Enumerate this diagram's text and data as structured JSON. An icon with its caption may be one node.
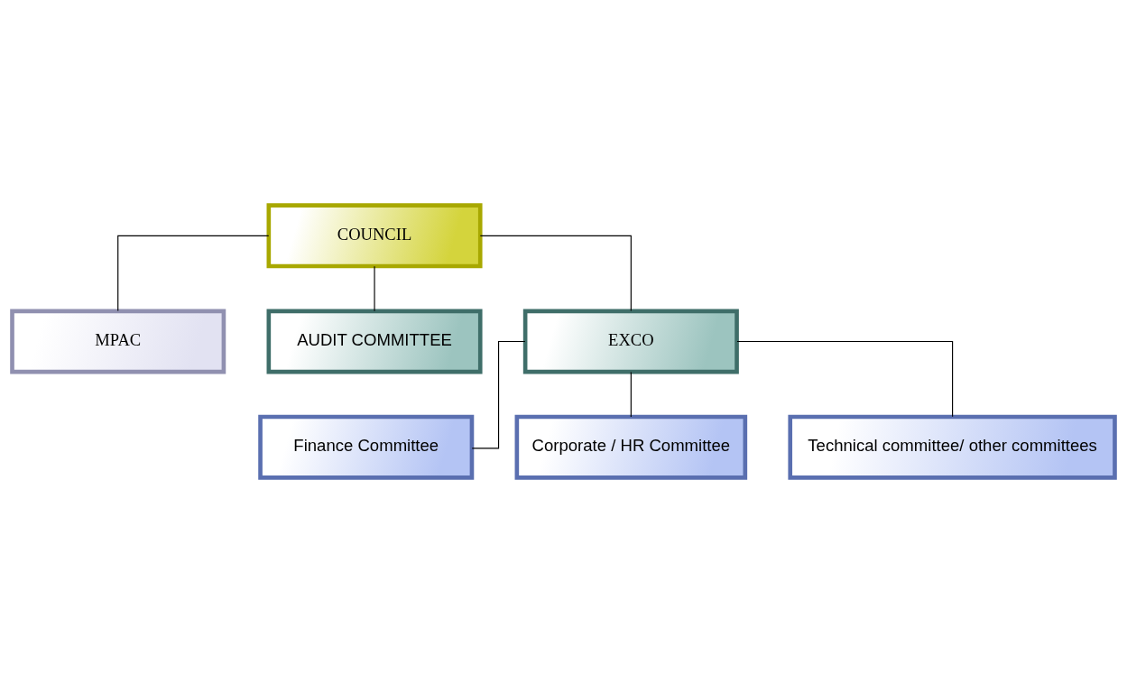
{
  "diagram": {
    "nodes": [
      {
        "text": [
          "COUNCIL"
        ]
      },
      {
        "text": [
          "MPAC"
        ]
      },
      {
        "text": [
          "AUDIT COMMITTEE"
        ]
      },
      {
        "text": [
          "EXCO"
        ]
      },
      {
        "text": [
          "Finance Committee"
        ]
      },
      {
        "text": [
          "Corporate / HR Committee"
        ]
      },
      {
        "text": [
          "Technical committee/ other committees"
        ]
      }
    ],
    "edges": [
      {
        "from": 0,
        "to": 1,
        "arrow": "none"
      },
      {
        "from": 0,
        "to": 2,
        "arrow": "none"
      },
      {
        "from": 0,
        "to": 3,
        "arrow": "none"
      },
      {
        "from": 3,
        "to": 4,
        "arrow": "none"
      },
      {
        "from": 3,
        "to": 5,
        "arrow": "none"
      },
      {
        "from": 3,
        "to": 6,
        "arrow": "none"
      }
    ]
  }
}
